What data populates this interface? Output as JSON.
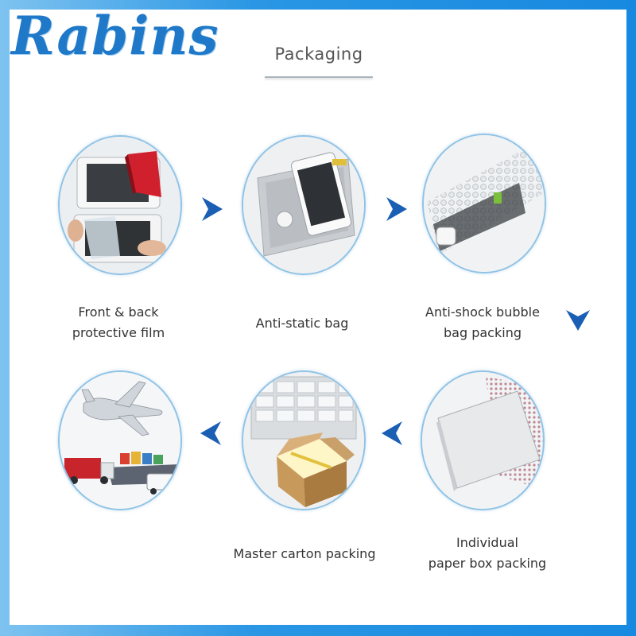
{
  "brand": {
    "logo_text": "Rabins"
  },
  "header": {
    "title": "Packaging"
  },
  "steps": [
    {
      "line1": "Front & back",
      "line2": "protective film"
    },
    {
      "line1": "Anti-static bag",
      "line2": ""
    },
    {
      "line1": "Anti-shock bubble",
      "line2": "bag packing"
    },
    {
      "line1": "Individual",
      "line2": "paper box packing"
    },
    {
      "line1": "Master carton packing",
      "line2": ""
    },
    {
      "line1": "",
      "line2": ""
    }
  ],
  "colors": {
    "accent": "#1f79c8",
    "arrow": "#1a5fb4",
    "circle_border": "#8fc3e6"
  }
}
